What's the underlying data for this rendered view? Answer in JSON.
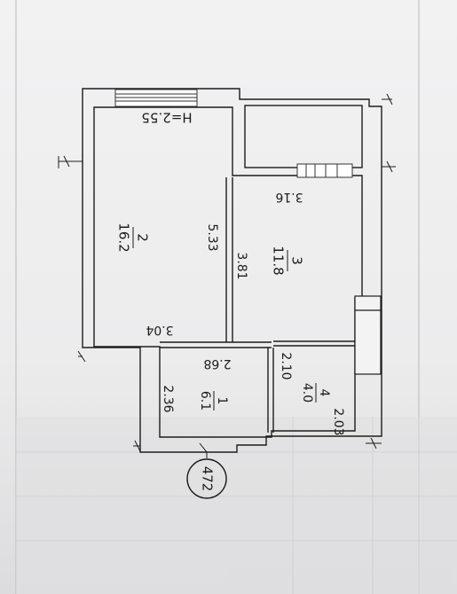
{
  "plan": {
    "ceiling_height": "H=2.55",
    "sheet_number": "472",
    "rooms": [
      {
        "number": "2",
        "area": "16.2"
      },
      {
        "number": "3",
        "area": "11.8"
      },
      {
        "number": "1",
        "area": "6.1"
      },
      {
        "number": "4",
        "area": "4.0"
      }
    ],
    "dimensions": [
      "5.33",
      "3.04",
      "3.16",
      "3.81",
      "2.68",
      "2.36",
      "2.10",
      "2.03"
    ]
  },
  "colors": {
    "paper": "#ededee",
    "table_tint": "#e2e2e4",
    "ink": "#1c1c1c",
    "grid_line": "#b7b7bb",
    "window_frame": "#555555"
  }
}
